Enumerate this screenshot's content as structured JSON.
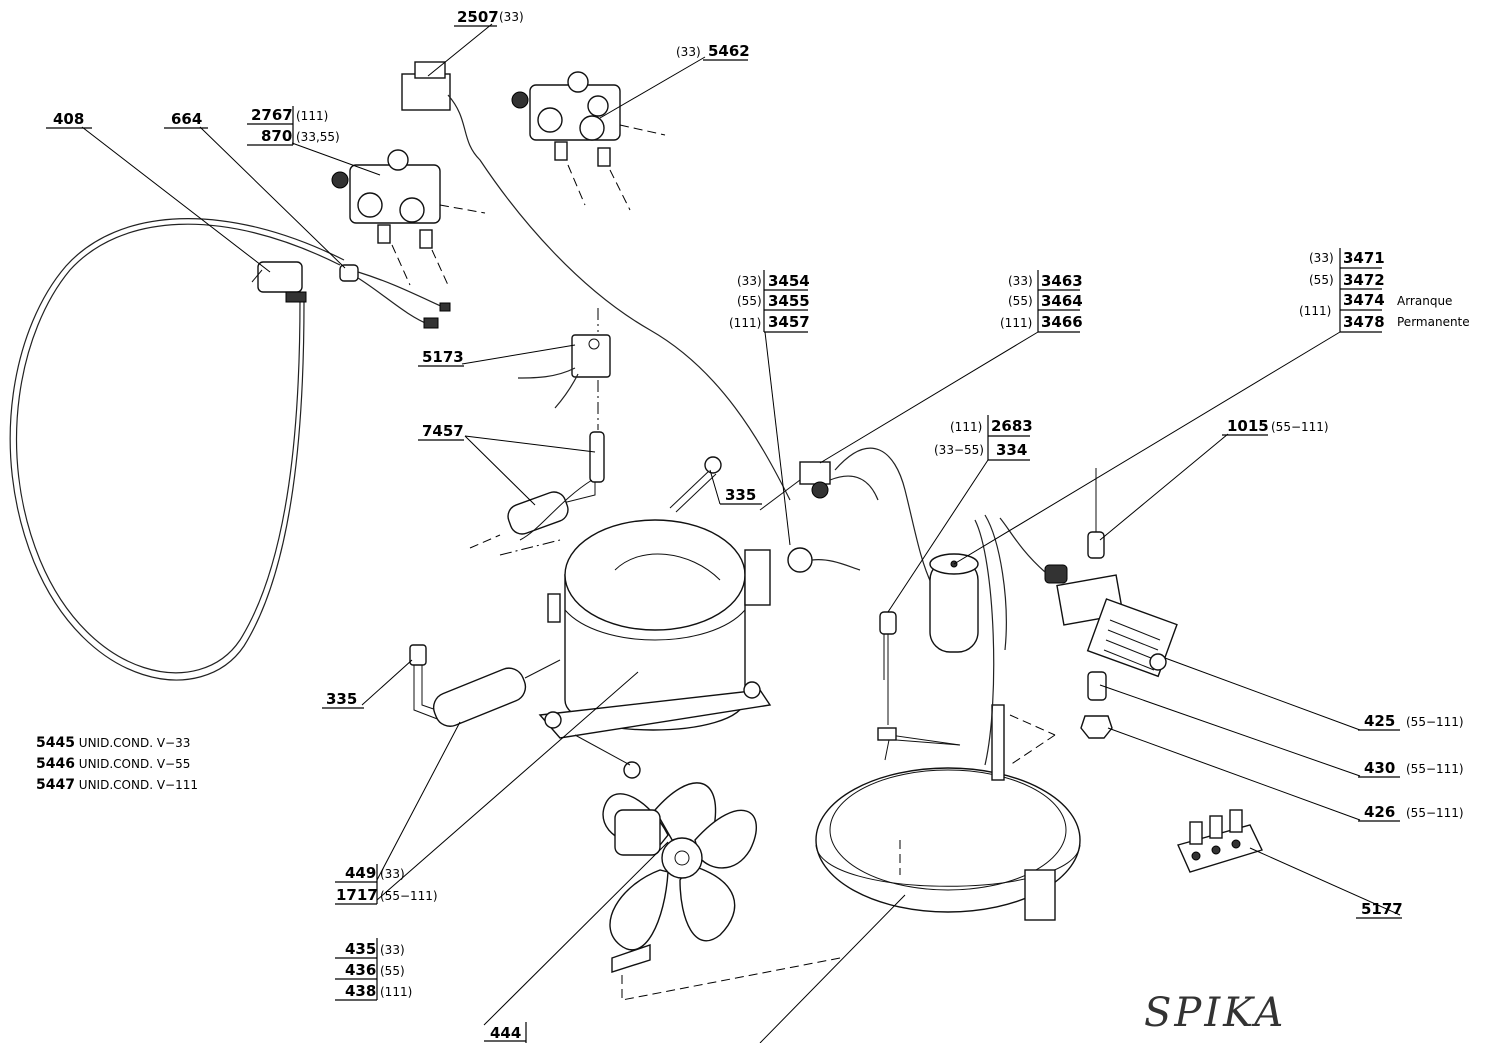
{
  "brand": "SPIKA",
  "legend": [
    {
      "code": "5445",
      "text": "UNID.COND. V−33"
    },
    {
      "code": "5446",
      "text": "UNID.COND. V−55"
    },
    {
      "code": "5447",
      "text": "UNID.COND. V−111"
    }
  ],
  "callouts": {
    "p2507": "2507",
    "p2507_note": "(33)",
    "p5462": "5462",
    "p5462_note": "(33)",
    "p408": "408",
    "p664": "664",
    "p2767": "2767",
    "p2767_note": "(111)",
    "p870": "870",
    "p870_note": "(33,55)",
    "p5173": "5173",
    "p7457": "7457",
    "p335a": "335",
    "p335b": "335",
    "p3454": "3454",
    "p3454_note": "(33)",
    "p3455": "3455",
    "p3455_note": "(55)",
    "p3457": "3457",
    "p3457_note": "(111)",
    "p3463": "3463",
    "p3463_note": "(33)",
    "p3464": "3464",
    "p3464_note": "(55)",
    "p3466": "3466",
    "p3466_note": "(111)",
    "p3471": "3471",
    "p3471_note": "(33)",
    "p3472": "3472",
    "p3472_note": "(55)",
    "p3474": "3474",
    "p3474_text": "Arranque",
    "p3478": "3478",
    "p3478_text": "Permanente",
    "p347x_note": "(111)",
    "p2683": "2683",
    "p2683_note": "(111)",
    "p334": "334",
    "p334_note": "(33−55)",
    "p1015": "1015",
    "p1015_note": "(55−111)",
    "p425": "425",
    "p425_note": "(55−111)",
    "p430": "430",
    "p430_note": "(55−111)",
    "p426": "426",
    "p426_note": "(55−111)",
    "p5177": "5177",
    "p449": "449",
    "p449_note": "(33)",
    "p1717": "1717",
    "p1717_note": "(55−111)",
    "p435": "435",
    "p435_note": "(33)",
    "p436": "436",
    "p436_note": "(55)",
    "p438": "438",
    "p438_note": "(111)",
    "p444": "444"
  }
}
